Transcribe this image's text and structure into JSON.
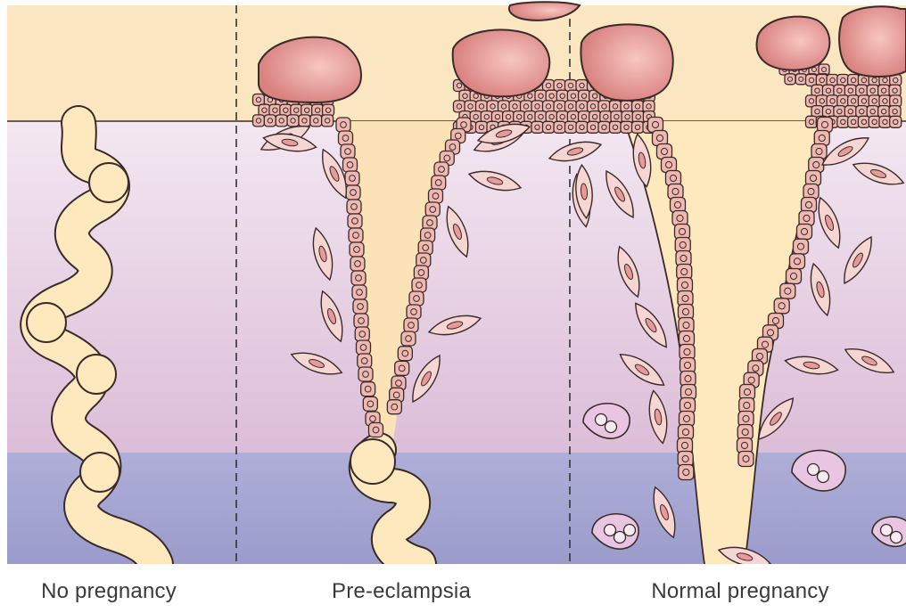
{
  "figure": {
    "panels": [
      {
        "id": "no-pregnancy",
        "label": "No pregnancy"
      },
      {
        "id": "pre-eclampsia",
        "label": "Pre-eclampsia"
      },
      {
        "id": "normal-pregnancy",
        "label": "Normal pregnancy"
      }
    ],
    "colors": {
      "placenta_band": "#fbe6c2",
      "decidua_top": "#f1e4ef",
      "decidua_bottom": "#e3c6dd",
      "myometrium": "#a7a6d3",
      "vessel_lumen": "#fde9bd",
      "trophoblast": "#e5a09e",
      "cell_fill": "#efb9b2",
      "uterine_cell": "#f6d6d2",
      "immune_cell": "#e8c5e0",
      "outline": "#3a2a2a"
    }
  }
}
